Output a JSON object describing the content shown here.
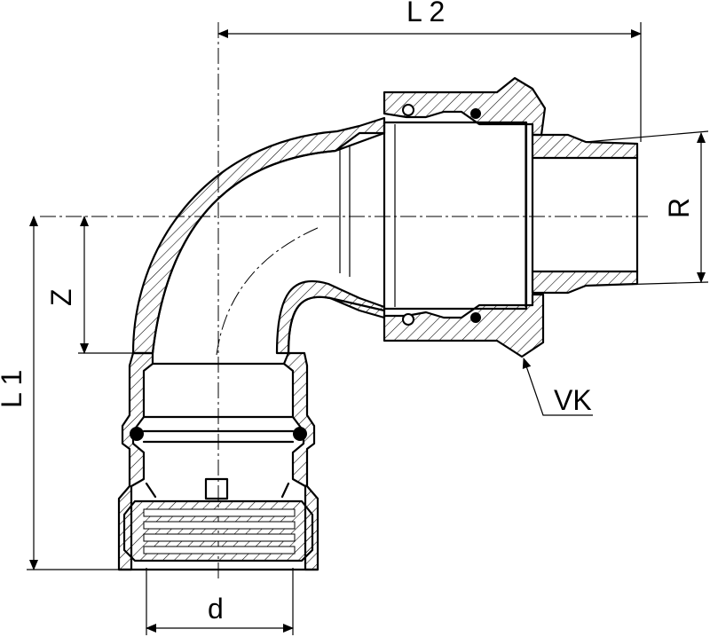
{
  "labels": {
    "l2": "L 2",
    "l1": "L 1",
    "z": "Z",
    "r": "R",
    "vk": "VK",
    "d": "d"
  }
}
